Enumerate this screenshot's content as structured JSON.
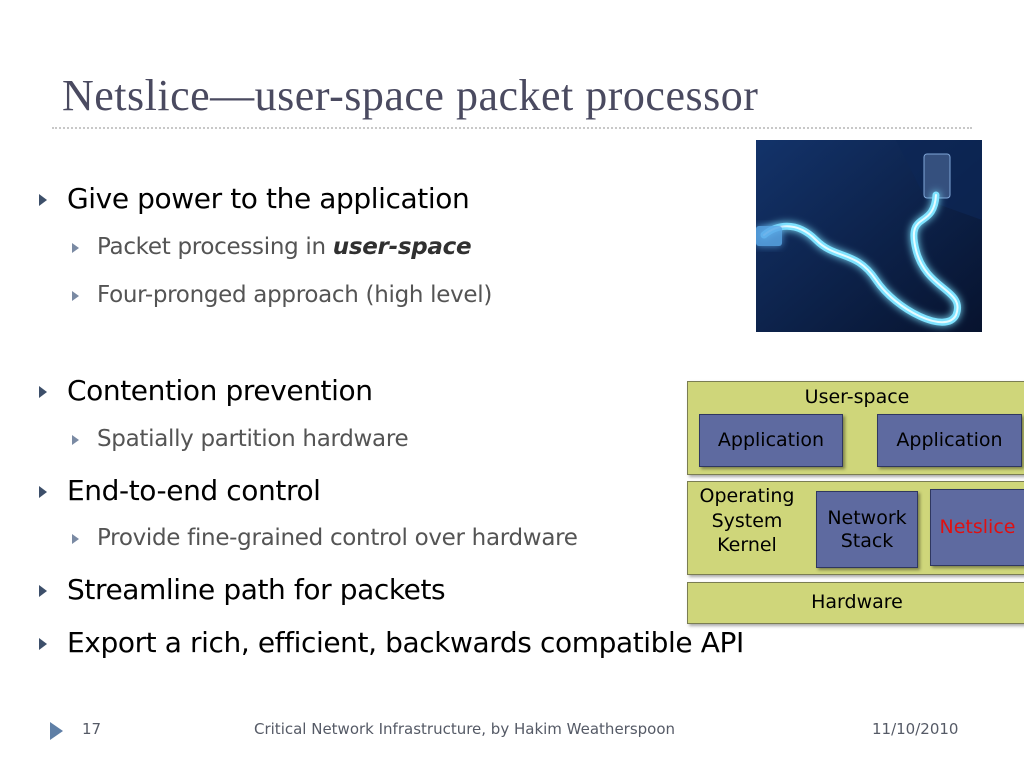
{
  "slide": {
    "title": "Netslice—user-space packet processor",
    "bullets": [
      {
        "text": "Give power to the application",
        "subs": [
          {
            "prefix": "Packet processing in ",
            "emphasis": "user-space"
          },
          {
            "prefix": "Four-pronged approach (high level)",
            "emphasis": ""
          }
        ]
      },
      {
        "text": "Contention prevention",
        "subs": [
          {
            "prefix": "Spatially partition hardware",
            "emphasis": ""
          }
        ]
      },
      {
        "text": "End-to-end control",
        "subs": [
          {
            "prefix": "Provide fine-grained control over hardware",
            "emphasis": ""
          }
        ]
      },
      {
        "text": "Streamline path for packets",
        "subs": []
      },
      {
        "text": "Export a rich, efficient, backwards compatible API",
        "subs": []
      }
    ],
    "diagram": {
      "user_space_label": "User-space",
      "app1": "Application",
      "app2": "Application",
      "os_label_line1": "Operating",
      "os_label_line2": "System",
      "os_label_line3": "Kernel",
      "network_stack_line1": "Network",
      "network_stack_line2": "Stack",
      "netslice": "Netslice",
      "hardware": "Hardware",
      "colors": {
        "layer": "#cfd67a",
        "box": "#5e6aa0",
        "netslice_text": "#e01010"
      }
    },
    "footer": {
      "page_number": "17",
      "center": "Critical Network Infrastructure, by Hakim Weatherspoon",
      "date": "11/10/2010"
    }
  }
}
